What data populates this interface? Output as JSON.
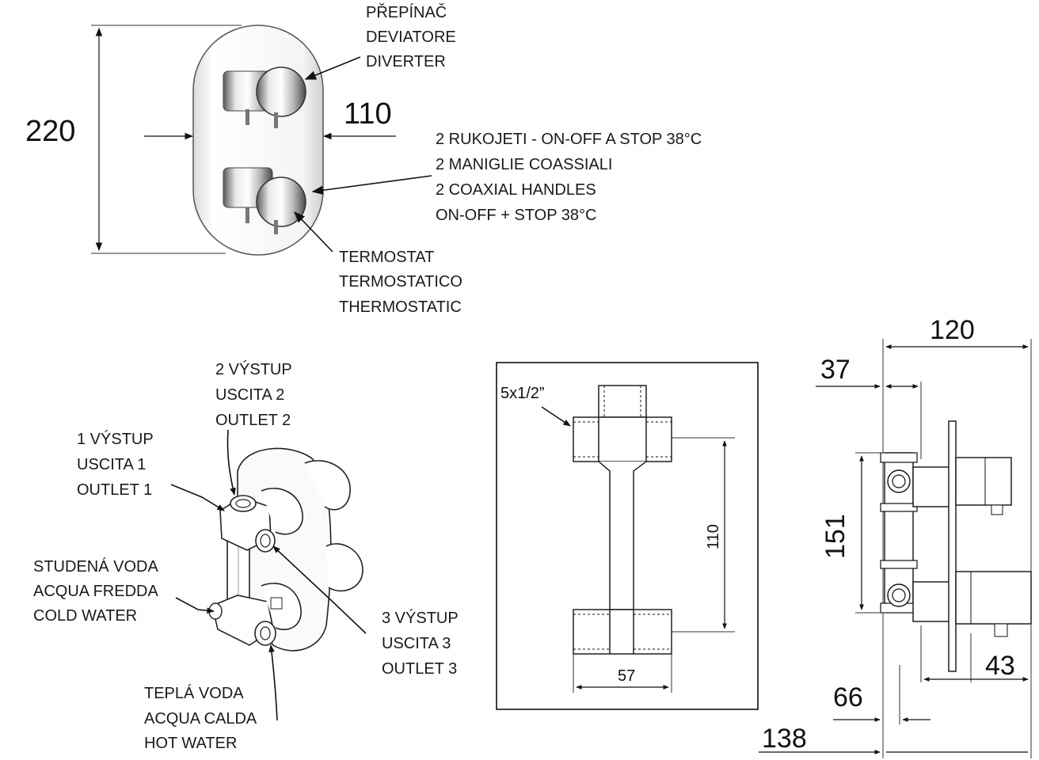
{
  "front_view": {
    "height_dim": "220",
    "width_dim": "110",
    "diverter_label": [
      "PŘEPÍNAČ",
      "DEVIATORE",
      "DIVERTER"
    ],
    "handles_label": [
      "2 RUKOJETI - ON-OFF A STOP 38°C",
      "2 MANIGLIE COASSIALI",
      "2 COAXIAL HANDLES",
      "ON-OFF + STOP 38°C"
    ],
    "thermostat_label": [
      "TERMOSTAT",
      "TERMOSTATICO",
      "THERMOSTATIC"
    ]
  },
  "body_view": {
    "outlet2_label": [
      "2 VÝSTUP",
      "USCITA 2",
      "OUTLET 2"
    ],
    "outlet1_label": [
      "1 VÝSTUP",
      "USCITA 1",
      "OUTLET 1"
    ],
    "cold_label": [
      "STUDENÁ VODA",
      "ACQUA FREDDA",
      "COLD WATER"
    ],
    "outlet3_label": [
      "3 VÝSTUP",
      "USCITA 3",
      "OUTLET 3"
    ],
    "hot_label": [
      "TEPLÁ VODA",
      "ACQUA CALDA",
      "HOT WATER"
    ]
  },
  "schematic": {
    "thread_label": "5x1/2”",
    "height_dim": "110",
    "width_dim": "57"
  },
  "side_view": {
    "dim_120": "120",
    "dim_37": "37",
    "dim_151": "151",
    "dim_43": "43",
    "dim_66": "66",
    "dim_138": "138"
  }
}
